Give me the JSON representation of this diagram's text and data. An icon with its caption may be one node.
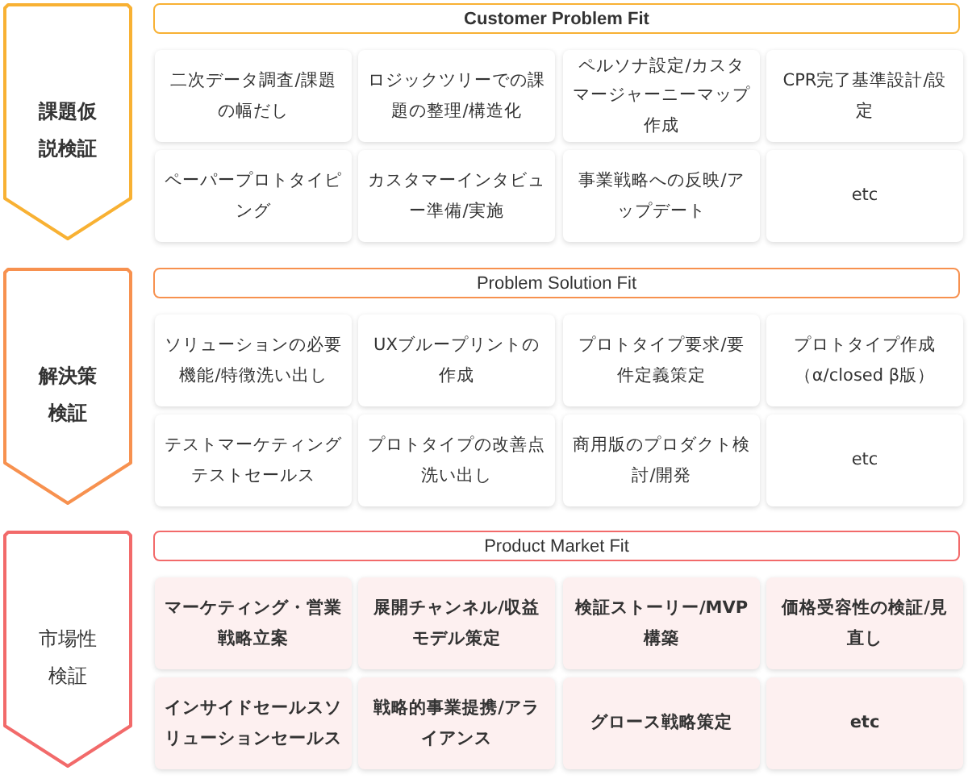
{
  "diagram": {
    "nodes": [
      {
        "text": [
          "課題仮説検証"
        ]
      },
      {
        "text": [
          "Customer Problem Fit"
        ]
      },
      {
        "text": [
          "二次データ調査/課題の幅だし"
        ]
      },
      {
        "text": [
          "ロジックツリーでの課題の整理/構造化"
        ]
      },
      {
        "text": [
          "ペルソナ設定/カスタマージャーニーマップ作成"
        ]
      },
      {
        "text": [
          "CPR完了基準設計/設定"
        ]
      },
      {
        "text": [
          "ペーパープロトタイピング"
        ]
      },
      {
        "text": [
          "カスタマーインタビュー準備/実施"
        ]
      },
      {
        "text": [
          "事業戦略への反映/アップデート"
        ]
      },
      {
        "text": [
          "etc"
        ]
      },
      {
        "text": [
          "解決策検証"
        ]
      },
      {
        "text": [
          "Problem Solution Fit"
        ]
      },
      {
        "text": [
          "ソリューションの必要機能/特徴洗い出し"
        ]
      },
      {
        "text": [
          "UXブループリントの作成"
        ]
      },
      {
        "text": [
          "プロトタイプ要求/要件定義策定"
        ]
      },
      {
        "text": [
          "プロトタイプ作成（α/closed β版）"
        ]
      },
      {
        "text": [
          "テストマーケティングテストセールス"
        ]
      },
      {
        "text": [
          "プロトタイプの改善点洗い出し"
        ]
      },
      {
        "text": [
          "商用版のプロダクト検討/開発"
        ]
      },
      {
        "text": [
          "etc"
        ]
      },
      {
        "text": [
          "市場性検証"
        ]
      },
      {
        "text": [
          "Product Market Fit"
        ]
      },
      {
        "text": [
          "マーケティング・営業戦略立案"
        ]
      },
      {
        "text": [
          "展開チャンネル/収益モデル策定"
        ]
      },
      {
        "text": [
          "検証ストーリー/MVP構築"
        ]
      },
      {
        "text": [
          "価格受容性の検証/見直し"
        ]
      },
      {
        "text": [
          "インサイドセールスソリューションセールス"
        ]
      },
      {
        "text": [
          "戦略的事業提携/アライアンス"
        ]
      },
      {
        "text": [
          "グロース戦略策定"
        ]
      },
      {
        "text": [
          "etc"
        ]
      }
    ]
  }
}
